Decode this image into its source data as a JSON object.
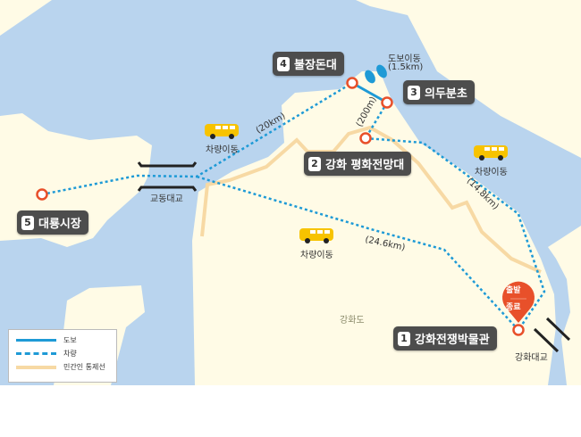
{
  "stops": [
    {
      "num": "1",
      "name": "강화전쟁박물관"
    },
    {
      "num": "2",
      "name": "강화 평화전망대"
    },
    {
      "num": "3",
      "name": "의두분초"
    },
    {
      "num": "4",
      "name": "불장돈대"
    },
    {
      "num": "5",
      "name": "대룡시장"
    }
  ],
  "walk_label": "도보이동",
  "walk_distance": "(1.5km)",
  "distances": {
    "d20": "(20km)",
    "d200": "(200m)",
    "d148": "(14.8km)",
    "d246": "(24.6km)"
  },
  "vehicle_label": "차량이동",
  "bridges": {
    "gyodong": "교동대교",
    "ganghwa": "강화대교"
  },
  "island": "강화도",
  "pin": {
    "top": "출발",
    "bottom": "종료"
  },
  "legend": {
    "walk": "도보",
    "vehicle": "차량",
    "ccl": "민간인 통제선"
  },
  "colors": {
    "water": "#b9d4ee",
    "land": "#fffbe6",
    "route": "#1e9ad6",
    "ccl": "#f7d9a4",
    "marker": "#e8502a",
    "bus": "#f7c300"
  }
}
